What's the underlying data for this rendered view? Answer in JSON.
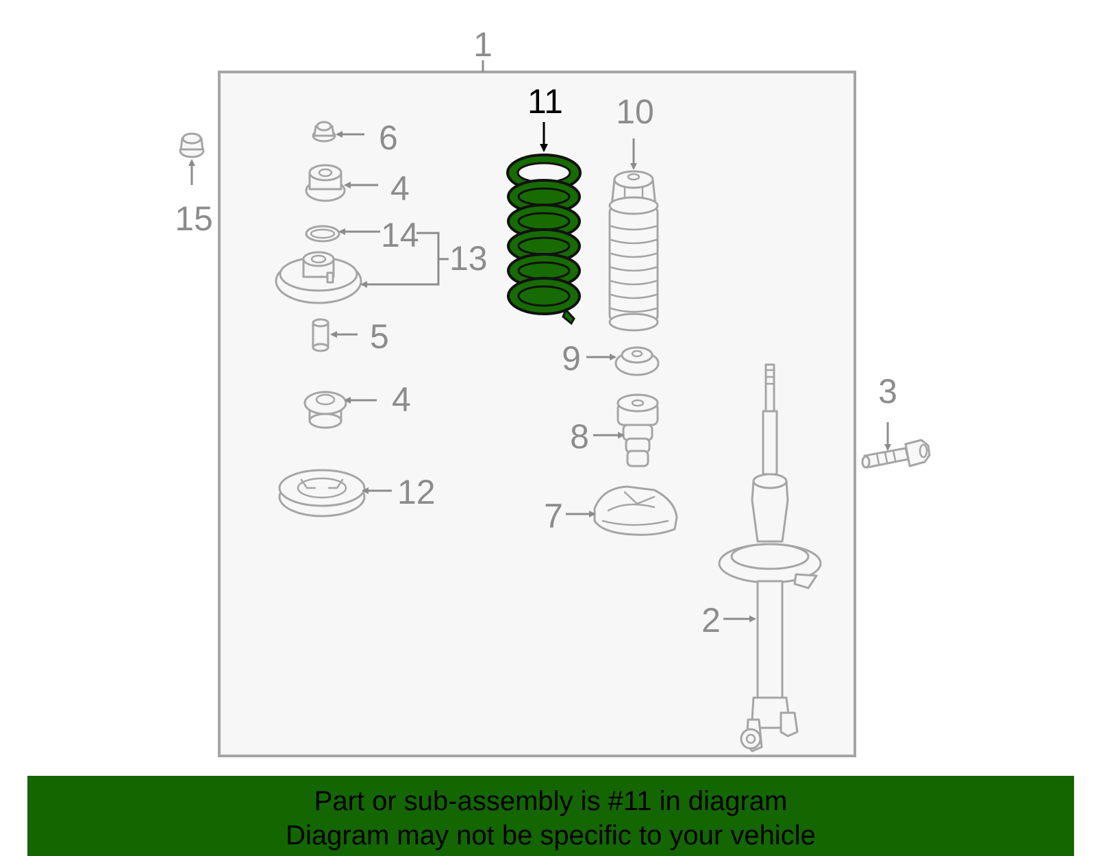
{
  "diagram": {
    "callouts": {
      "c1": "1",
      "c2": "2",
      "c3": "3",
      "c4a": "4",
      "c4b": "4",
      "c5": "5",
      "c6": "6",
      "c7": "7",
      "c8": "8",
      "c9": "9",
      "c10": "10",
      "c11": "11",
      "c12": "12",
      "c13": "13",
      "c14": "14",
      "c15": "15"
    },
    "highlighted_part": "11",
    "colors": {
      "highlight_fill": "#176b00",
      "part_outline": "#a5a5a5",
      "callout_text": "#8c8c8c",
      "frame_fill": "#f7f7f7",
      "banner_background": "#146600"
    }
  },
  "banner": {
    "line1": "Part or sub-assembly is #11 in diagram",
    "line2": "Diagram may not be specific to your vehicle"
  }
}
